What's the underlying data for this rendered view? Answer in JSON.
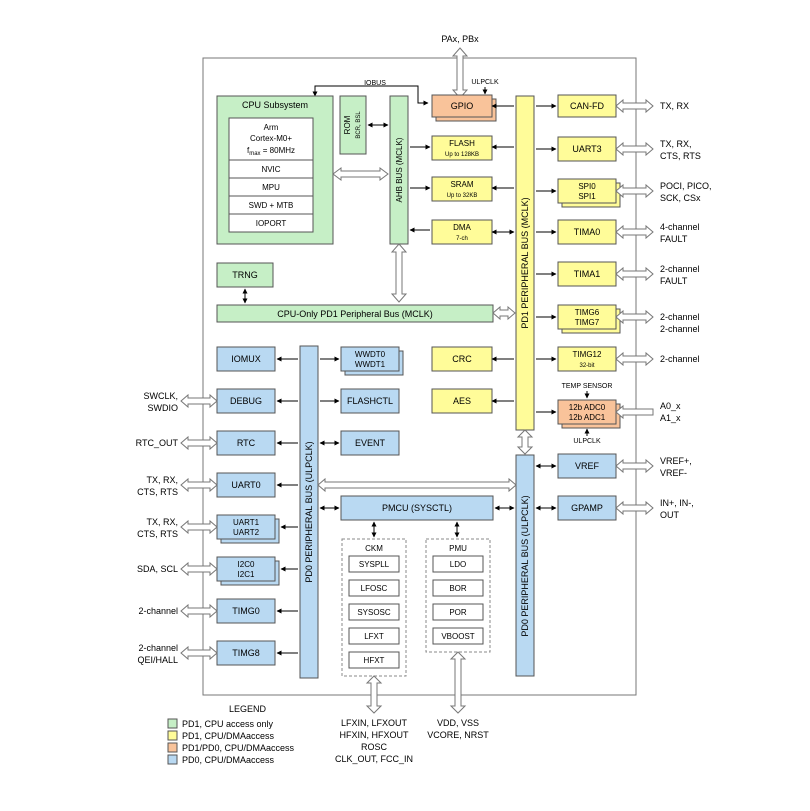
{
  "top_signals": {
    "pa_pb": "PAx, PBx",
    "iobus": "IOBUS",
    "ulpclk_top": "ULPCLK"
  },
  "cpu": {
    "title": "CPU Subsystem",
    "core_lines": [
      "Arm",
      "Cortex-M0+"
    ],
    "fmax_prefix": "f",
    "fmax_sub": "max",
    "fmax_suffix": " = 80MHz",
    "items": [
      "NVIC",
      "MPU",
      "SWD + MTB",
      "IOPORT"
    ]
  },
  "rom": {
    "lines": [
      "ROM",
      "BCR, BSL"
    ]
  },
  "buses": {
    "ahb": "AHB BUS (MCLK)",
    "pd1_periph": "PD1 PERIPHERAL BUS (MCLK)",
    "cpu_only": "CPU-Only PD1 Peripheral Bus (MCLK)",
    "pd0_left": "PD0 PERIPHERAL BUS (ULPCLK)",
    "pd0_right": "PD0 PERIPHERAL BUS (ULPCLK)"
  },
  "blocks": {
    "gpio": "GPIO",
    "flash": [
      "FLASH",
      "Up to 128KB"
    ],
    "sram": [
      "SRAM",
      "Up to 32KB"
    ],
    "dma": [
      "DMA",
      "7-ch"
    ],
    "trng": "TRNG",
    "crc": "CRC",
    "aes": "AES",
    "iomux": "IOMUX",
    "debug": "DEBUG",
    "rtc": "RTC",
    "uart0": "UART0",
    "uart12": [
      "UART1",
      "UART2"
    ],
    "i2c": [
      "I2C0",
      "I2C1"
    ],
    "timg0": "TIMG0",
    "timg8": "TIMG8",
    "wwdt": [
      "WWDT0",
      "WWDT1"
    ],
    "flashctl": "FLASHCTL",
    "event": "EVENT",
    "pmcu": "PMCU (SYSCTL)",
    "canfd": "CAN-FD",
    "uart3": "UART3",
    "spi": [
      "SPI0",
      "SPI1"
    ],
    "tima0": "TIMA0",
    "tima1": "TIMA1",
    "timg67": [
      "TIMG6",
      "TIMG7"
    ],
    "timg12": [
      "TIMG12",
      "32-bit"
    ],
    "adc": [
      "12b ADC0",
      "12b ADC1"
    ],
    "temp_sensor": "TEMP SENSOR",
    "ulpclk_adc": "ULPCLK",
    "vref": "VREF",
    "gpamp": "GPAMP"
  },
  "ckm": {
    "title": "CKM",
    "items": [
      "SYSPLL",
      "LFOSC",
      "SYSOSC",
      "LFXT",
      "HFXT"
    ]
  },
  "pmu": {
    "title": "PMU",
    "items": [
      "LDO",
      "BOR",
      "POR",
      "VBOOST"
    ]
  },
  "right_signals": {
    "canfd": [
      "TX, RX"
    ],
    "uart3": [
      "TX, RX,",
      "CTS, RTS"
    ],
    "spi": [
      "POCI, PICO,",
      "SCK, CSx"
    ],
    "tima0": [
      "4-channel",
      "FAULT"
    ],
    "tima1": [
      "2-channel",
      "FAULT"
    ],
    "timg67": [
      "2-channel",
      "2-channel"
    ],
    "timg12": [
      "2-channel"
    ],
    "adc": [
      "A0_x",
      "A1_x"
    ],
    "vref": [
      "VREF+,",
      "VREF-"
    ],
    "gpamp": [
      "IN+, IN-,",
      "OUT"
    ]
  },
  "left_signals": {
    "debug": [
      "SWCLK,",
      "SWDIO"
    ],
    "rtc": [
      "RTC_OUT"
    ],
    "uart0": [
      "TX, RX,",
      "CTS, RTS"
    ],
    "uart12": [
      "TX, RX,",
      "CTS, RTS"
    ],
    "i2c": [
      "SDA, SCL"
    ],
    "timg0": [
      "2-channel"
    ],
    "timg8": [
      "2-channel",
      "QEI/HALL"
    ]
  },
  "bottom_signals": {
    "ckm": [
      "LFXIN, LFXOUT",
      "HFXIN, HFXOUT",
      "ROSC",
      "CLK_OUT, FCC_IN"
    ],
    "pmu": [
      "VDD, VSS",
      "VCORE, NRST"
    ]
  },
  "legend": {
    "title": "LEGEND",
    "entries": [
      {
        "label": "PD1, CPU access only",
        "color": "#c6efc6"
      },
      {
        "label": "PD1, CPU/DMAaccess",
        "color": "#fffc99"
      },
      {
        "label": "PD1/PD0, CPU/DMAaccess",
        "color": "#f9c39a"
      },
      {
        "label": "PD0, CPU/DMAaccess",
        "color": "#b9d9f2"
      }
    ]
  }
}
